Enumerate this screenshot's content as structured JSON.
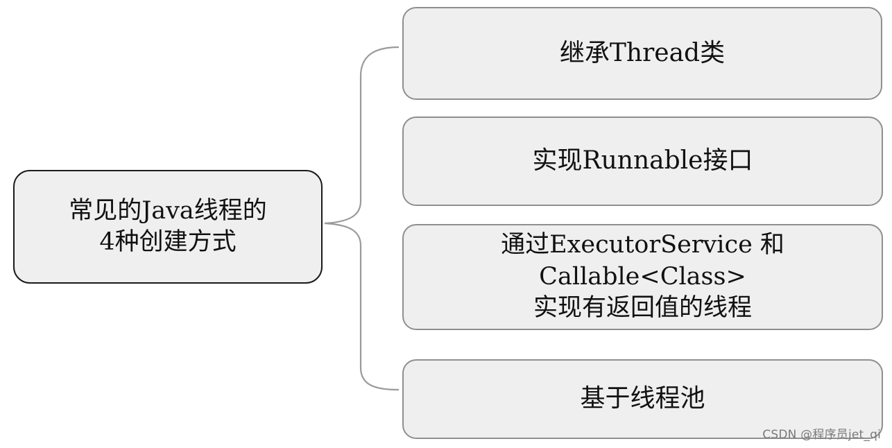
{
  "root": {
    "line1": "常见的Java线程的",
    "line2": "4种创建方式"
  },
  "methods": [
    {
      "lines": [
        "继承Thread类"
      ]
    },
    {
      "lines": [
        "实现Runnable接口"
      ]
    },
    {
      "lines": [
        "通过ExecutorService 和",
        "Callable<Class>",
        "实现有返回值的线程"
      ]
    },
    {
      "lines": [
        "基于线程池"
      ]
    }
  ],
  "watermark": "CSDN @程序员jet_qi",
  "colors": {
    "node_fill": "#efefef",
    "root_border": "#1a1a1a",
    "child_border": "#8f8f8f",
    "connector": "#9a9a9a"
  }
}
